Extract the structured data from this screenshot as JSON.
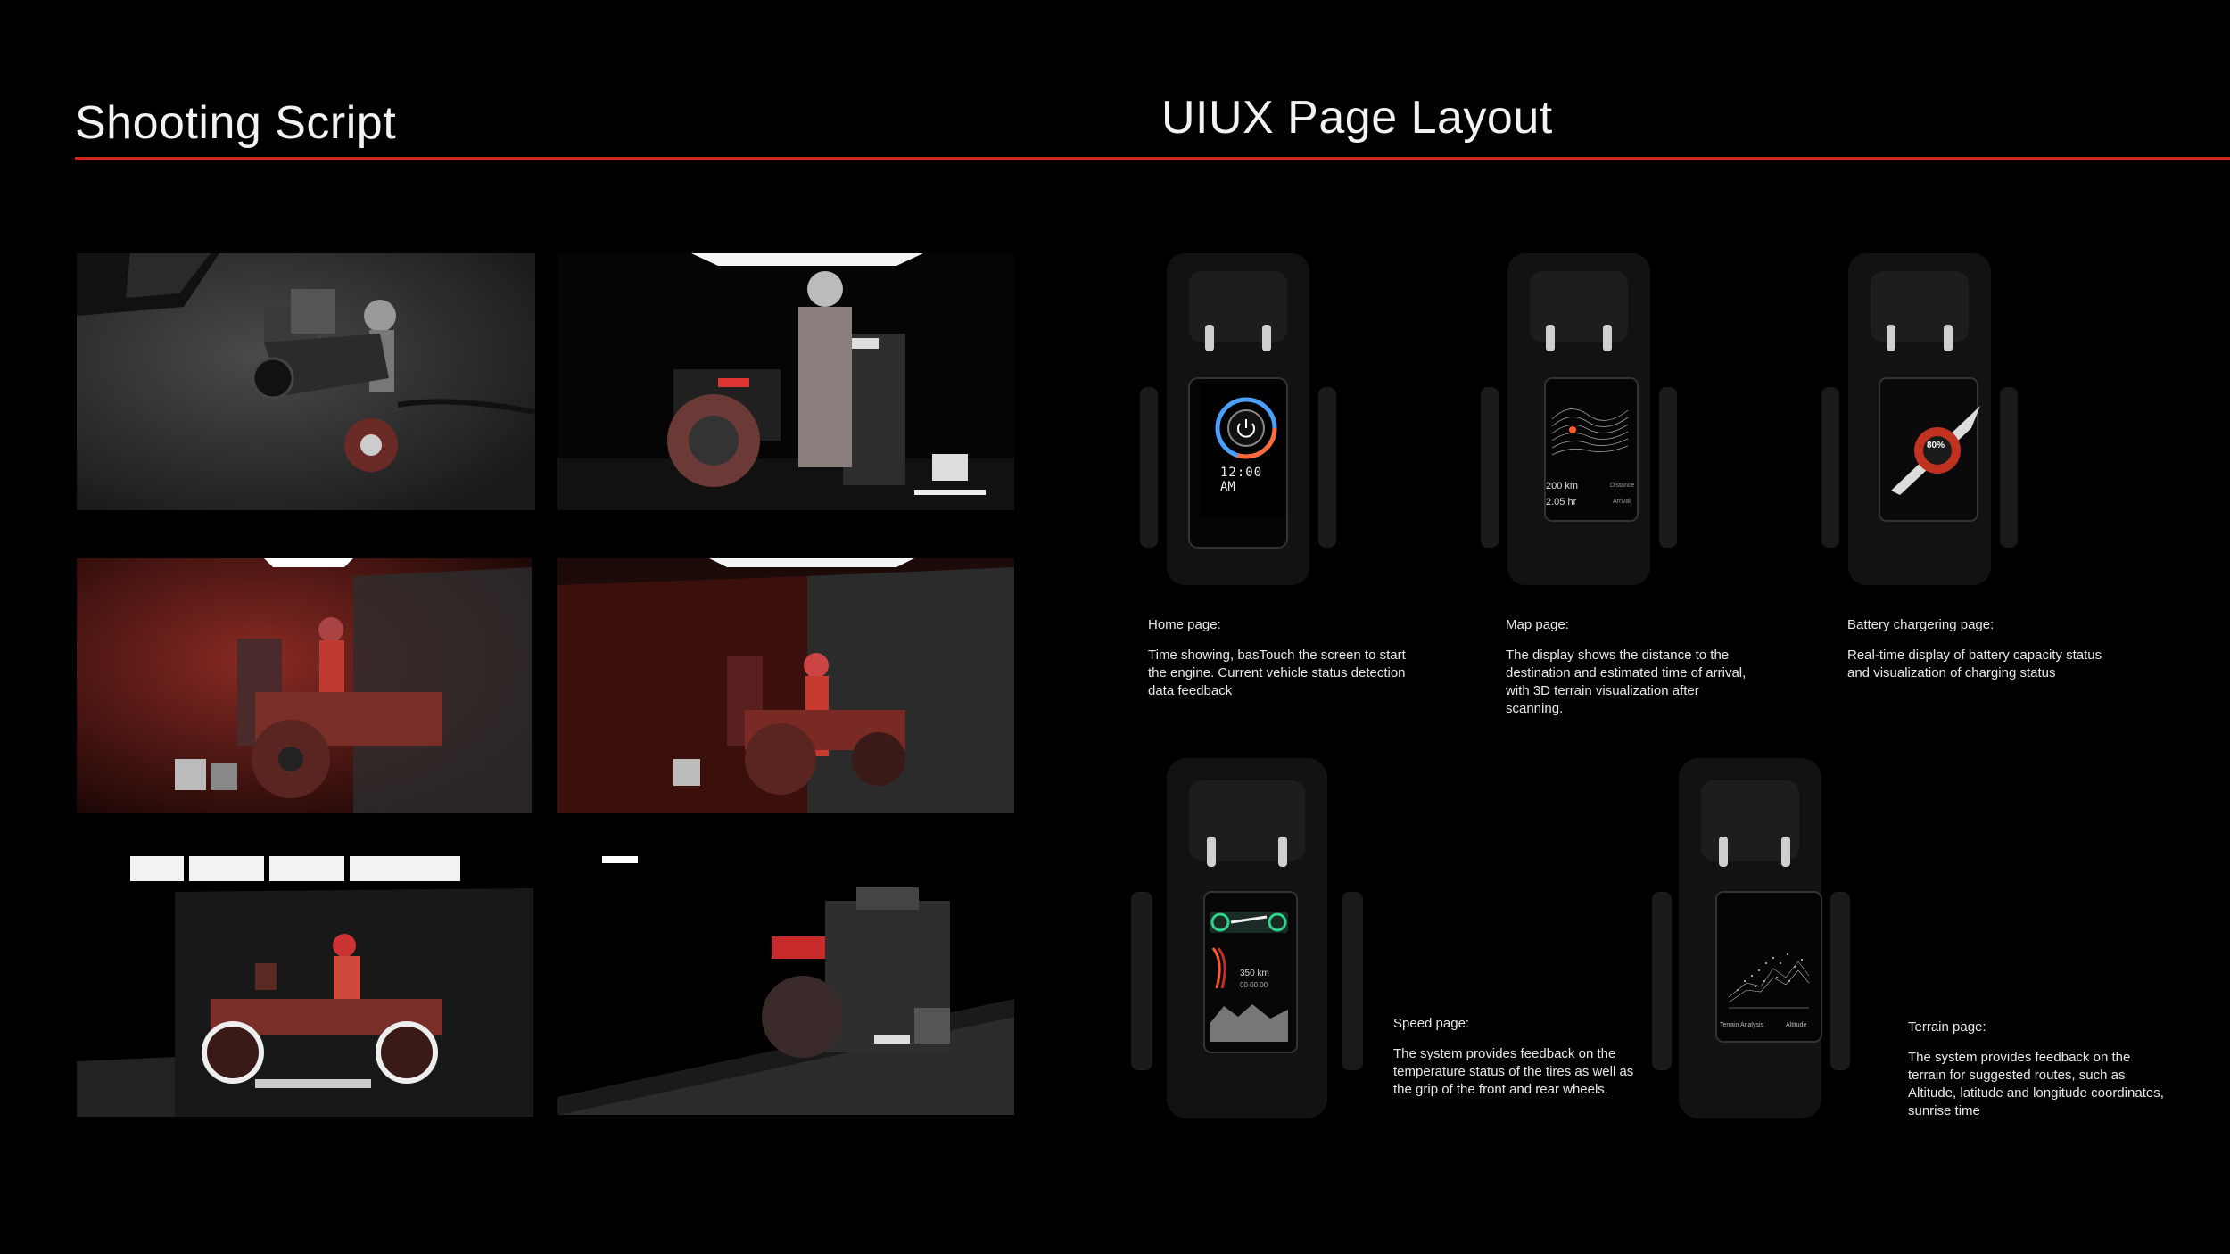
{
  "header": {
    "left_title": "Shooting Script",
    "right_title": "UIUX Page Layout",
    "accent_color": "#d0281b"
  },
  "screens": {
    "home": {
      "title": "Home page:",
      "description": "Time showing, basTouch the screen to start the engine. Current vehicle status detection data feedback",
      "time_display": "12:00",
      "ampm": "AM"
    },
    "map": {
      "title": "Map page:",
      "description": "The display shows the distance to the destination and estimated time of arrival, with 3D terrain visualization after scanning.",
      "distance": "200 km",
      "eta": "2.05 hr",
      "distance_label": "Distance",
      "eta_label": "Arrival"
    },
    "battery": {
      "title": "Battery chargering  page:",
      "description": "Real-time display of battery capacity status and visualization of charging status",
      "percent": "80%"
    },
    "speed": {
      "title": "Speed page:",
      "description": "The system provides feedback on the temperature status of the tires as well as the grip of the front and rear wheels.",
      "speed": "350 km",
      "timer": "00 00 00"
    },
    "terrain": {
      "title": "Terrain page:",
      "description": "The system provides feedback on the terrain for suggested routes, such as Altitude, latitude and longitude coordinates, sunrise time",
      "label_left": "Terrain Analysis",
      "label_right": "Altitude"
    }
  }
}
